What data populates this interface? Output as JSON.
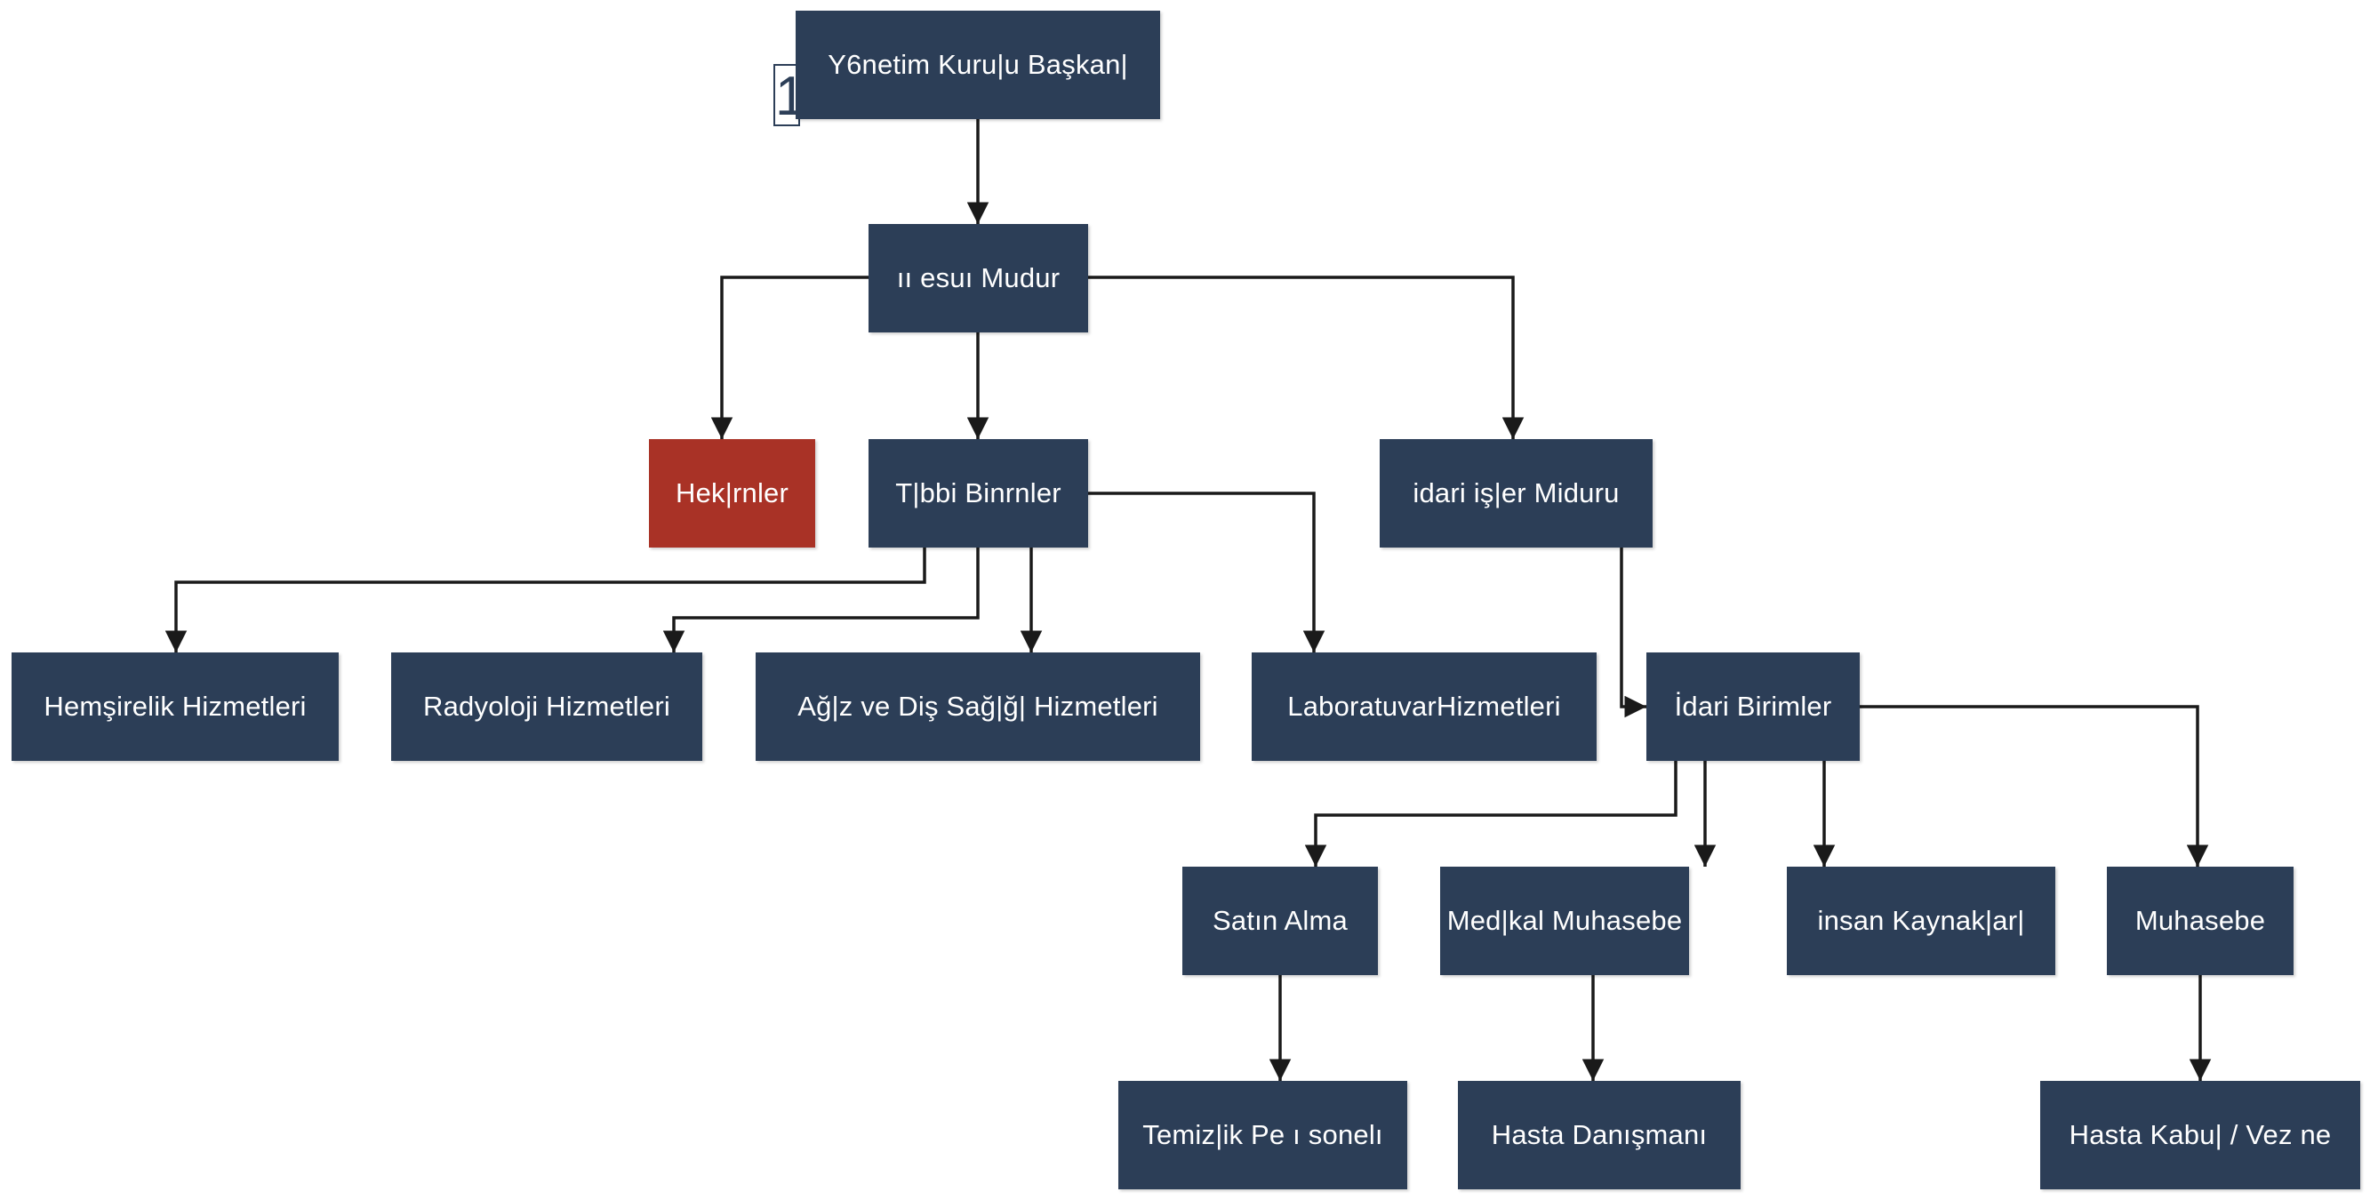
{
  "colors": {
    "box": "#2c3e57",
    "highlight": "#a93226",
    "line": "#1a1a1a",
    "text": "#ffffff"
  },
  "badge": "1",
  "nodes": [
    {
      "id": "yonetim",
      "label": "Y6netim Kuru|u Başkan|",
      "color": "box"
    },
    {
      "id": "genel-mudur",
      "label": "ıı esuı Mudur",
      "color": "box"
    },
    {
      "id": "hekimler",
      "label": "Hek|rnler",
      "color": "highlight"
    },
    {
      "id": "tibbi-birimler",
      "label": "T|bbi Binrnler",
      "color": "box"
    },
    {
      "id": "idari-isler",
      "label": "idari iş|er Miduru",
      "color": "box"
    },
    {
      "id": "hemsirelik",
      "label": "Hemşirelik Hizmetleri",
      "color": "box"
    },
    {
      "id": "radyoloji",
      "label": "Radyoloji Hizmetleri",
      "color": "box"
    },
    {
      "id": "agiz-dis",
      "label": "Ağ|z ve Diş Sağ|ğ| Hizmetleri",
      "color": "box"
    },
    {
      "id": "laboratuvar",
      "label": "LaboratuvarHizmetleri",
      "color": "box"
    },
    {
      "id": "idari-birimler",
      "label": "İdari Birimler",
      "color": "box"
    },
    {
      "id": "satin-alma",
      "label": "Satın Alma",
      "color": "box"
    },
    {
      "id": "medikal-muhasebe",
      "label": "Med|kal Muhasebe",
      "color": "box"
    },
    {
      "id": "insan-kaynaklari",
      "label": "insan Kaynak|ar|",
      "color": "box"
    },
    {
      "id": "muhasebe",
      "label": "Muhasebe",
      "color": "box"
    },
    {
      "id": "temizlik",
      "label": "Temiz|ik Pe ı sonelı",
      "color": "box"
    },
    {
      "id": "hasta-danismani",
      "label": "Hasta Danışmanı",
      "color": "box"
    },
    {
      "id": "hasta-kabul",
      "label": "Hasta Kabu| / Vez ne",
      "color": "box"
    }
  ],
  "edges": [
    {
      "from": "yonetim",
      "to": "genel-mudur"
    },
    {
      "from": "genel-mudur",
      "to": "hekimler"
    },
    {
      "from": "genel-mudur",
      "to": "tibbi-birimler"
    },
    {
      "from": "genel-mudur",
      "to": "idari-isler"
    },
    {
      "from": "tibbi-birimler",
      "to": "hemsirelik"
    },
    {
      "from": "tibbi-birimler",
      "to": "radyoloji"
    },
    {
      "from": "tibbi-birimler",
      "to": "agiz-dis"
    },
    {
      "from": "tibbi-birimler",
      "to": "laboratuvar"
    },
    {
      "from": "idari-isler",
      "to": "idari-birimler"
    },
    {
      "from": "idari-birimler",
      "to": "satin-alma"
    },
    {
      "from": "idari-birimler",
      "to": "medikal-muhasebe"
    },
    {
      "from": "idari-birimler",
      "to": "insan-kaynaklari"
    },
    {
      "from": "idari-birimler",
      "to": "muhasebe"
    },
    {
      "from": "satin-alma",
      "to": "temizlik"
    },
    {
      "from": "medikal-muhasebe",
      "to": "hasta-danismani"
    },
    {
      "from": "muhasebe",
      "to": "hasta-kabul"
    }
  ]
}
